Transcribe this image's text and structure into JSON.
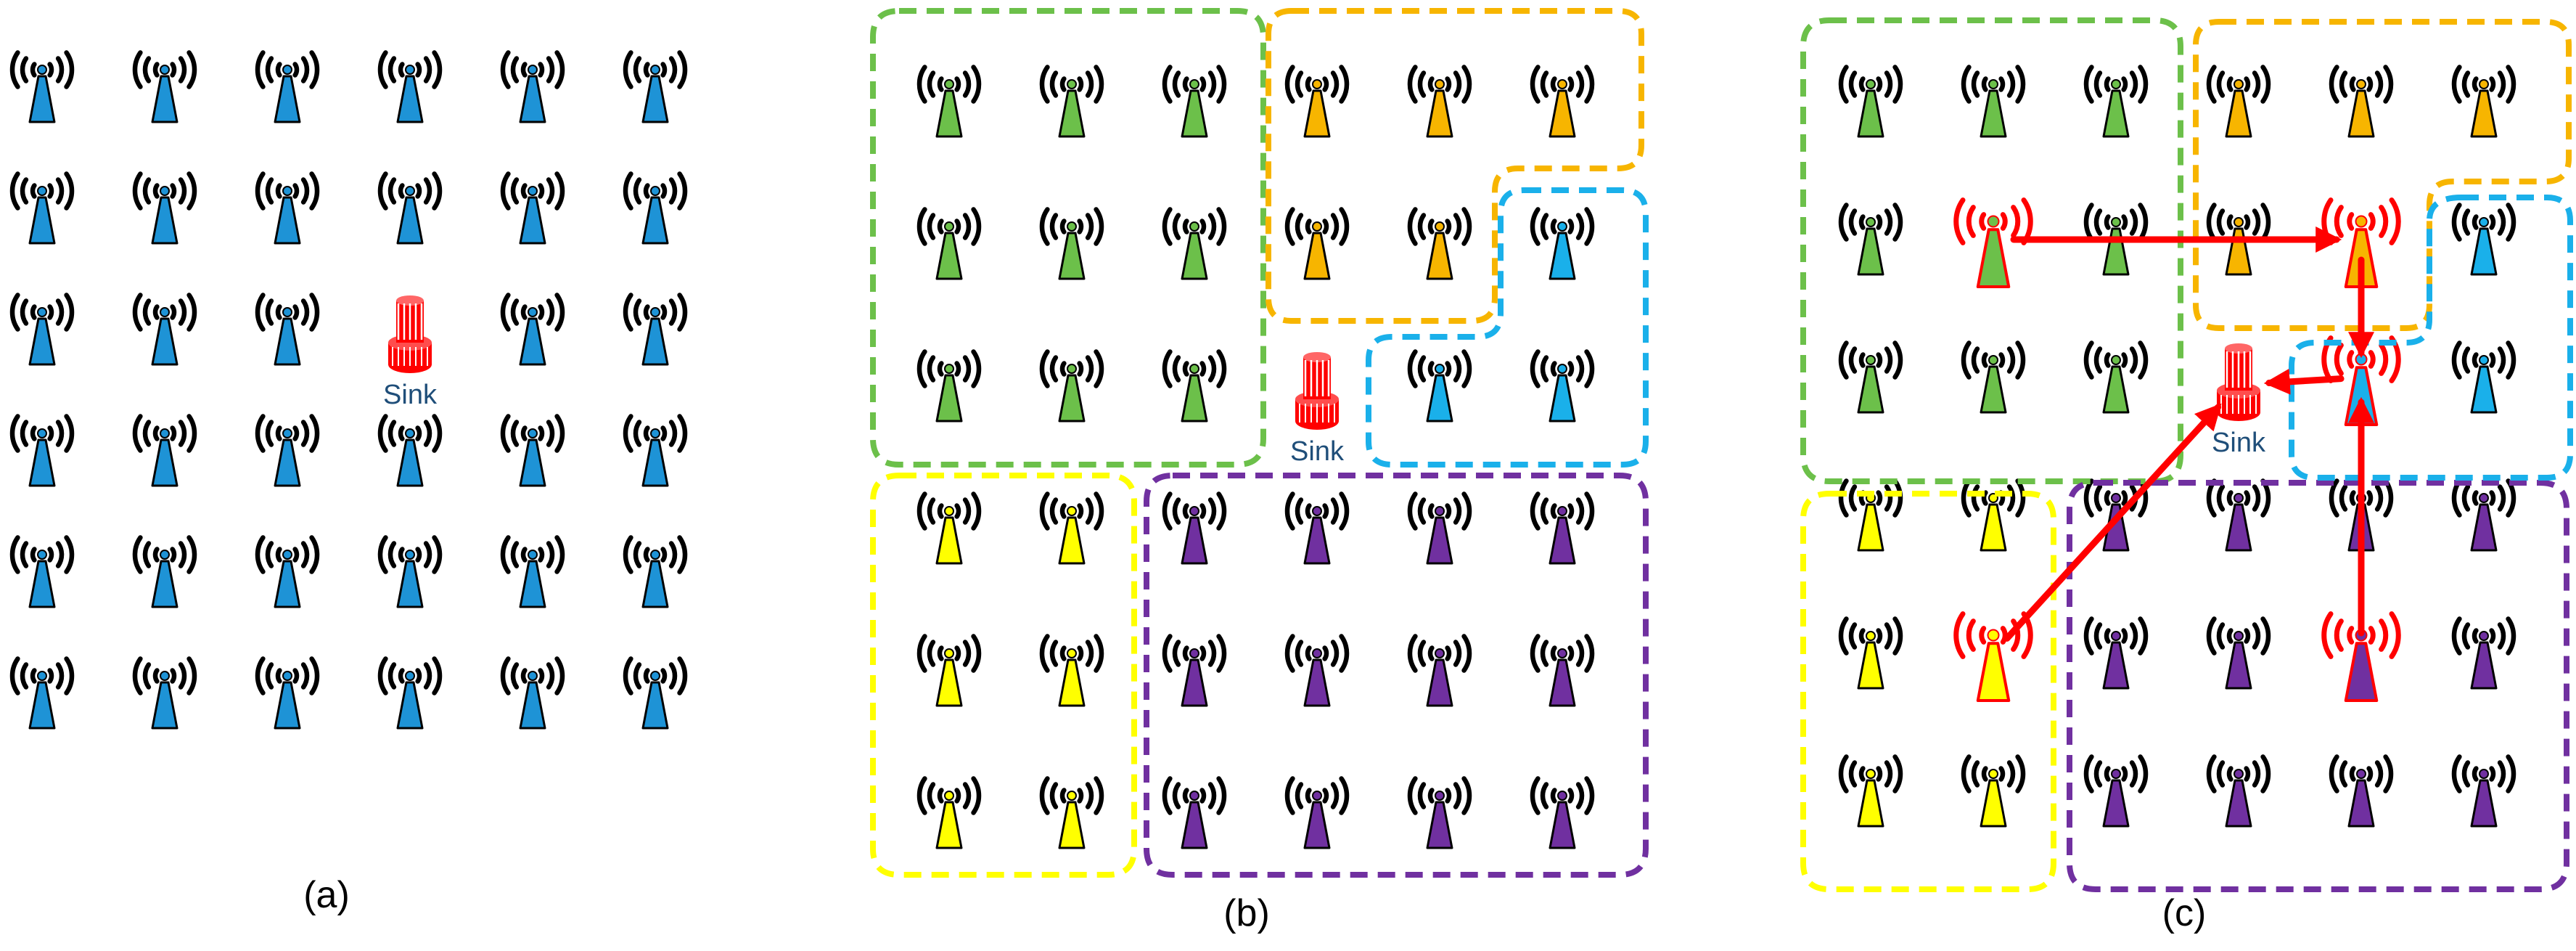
{
  "panels": [
    {
      "id": "a",
      "caption": "(a)",
      "sink_label": "Sink"
    },
    {
      "id": "b",
      "caption": "(b)",
      "sink_label": "Sink"
    },
    {
      "id": "c",
      "caption": "(c)",
      "sink_label": "Sink"
    }
  ],
  "colors": {
    "blue": "#1e93d6",
    "green": "#6cc04a",
    "orange": "#f7b500",
    "cyan": "#1ab0ea",
    "yellow": "#ffff00",
    "purple": "#7030a0",
    "red": "#ff0000",
    "signal": "#000000"
  },
  "grids": [
    {
      "panel": "a",
      "cells": [
        "BBBBBB",
        "BBBBBB",
        "BBBSBB",
        "BBBBBB",
        "BBBBBB",
        "BBBBBB"
      ]
    },
    {
      "panel": "b",
      "cells": [
        "GGGOOO",
        "GGGOOC",
        "GGGSCC",
        "YYPPPP",
        "YYPPPP",
        "YYPPPP"
      ]
    },
    {
      "panel": "c",
      "cells": [
        "GGGOOO",
        "GHGOQC",
        "GGGSHC",
        "YYPPPP",
        "YHPPHP",
        "YYPPPP"
      ]
    }
  ],
  "cluster_heads": [
    {
      "panel": "c",
      "cluster": "green",
      "row": 1,
      "col": 1
    },
    {
      "panel": "c",
      "cluster": "orange",
      "row": 1,
      "col": 4
    },
    {
      "panel": "c",
      "cluster": "cyan",
      "row": 2,
      "col": 4
    },
    {
      "panel": "c",
      "cluster": "yellow",
      "row": 4,
      "col": 1
    },
    {
      "panel": "c",
      "cluster": "purple",
      "row": 4,
      "col": 4
    }
  ],
  "routes": [
    {
      "panel": "c",
      "from": "green-head",
      "to": "orange-head"
    },
    {
      "panel": "c",
      "from": "orange-head",
      "to": "cyan-head"
    },
    {
      "panel": "c",
      "from": "cyan-head",
      "to": "sink"
    },
    {
      "panel": "c",
      "from": "purple-head",
      "to": "cyan-head"
    },
    {
      "panel": "c",
      "from": "yellow-head",
      "to": "sink"
    }
  ]
}
